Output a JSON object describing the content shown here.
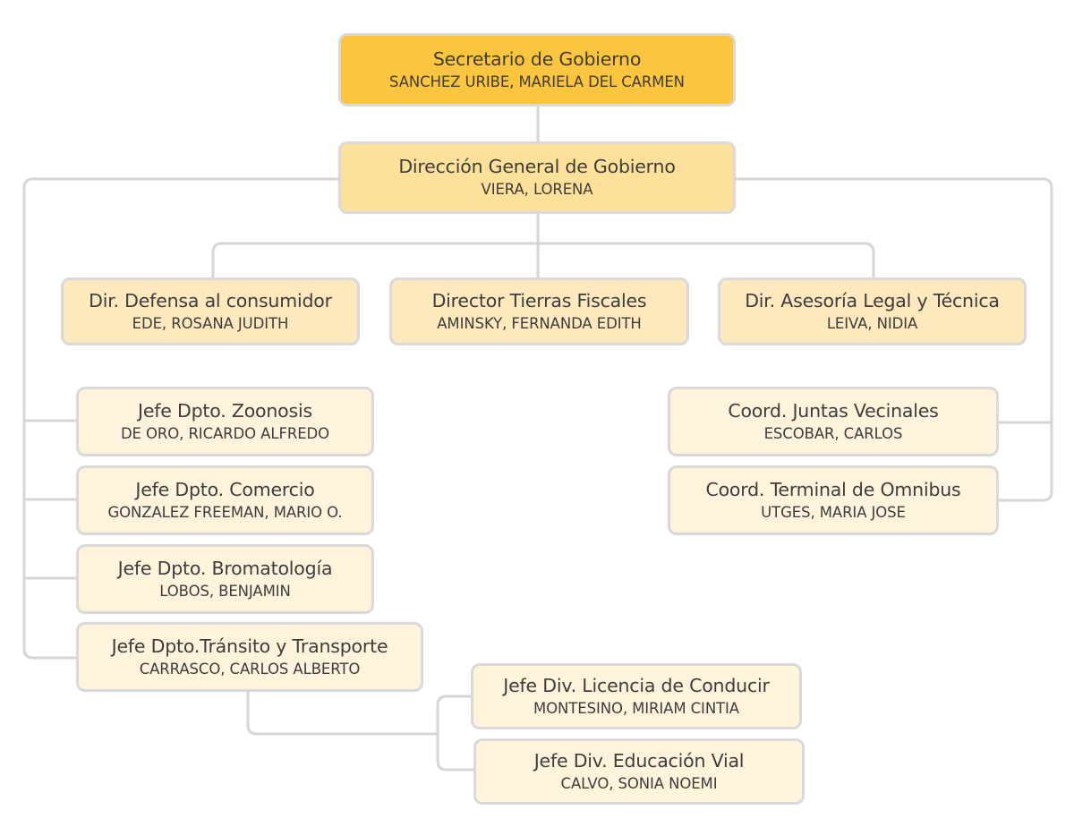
{
  "chart": {
    "root": {
      "title": "Secretario de Gobierno",
      "name": "SANCHEZ URIBE, MARIELA DEL CARMEN"
    },
    "general": {
      "title": "Dirección General de Gobierno",
      "name": "VIERA, LORENA"
    },
    "directors": [
      {
        "title": "Dir. Defensa al consumidor",
        "name": "EDE, ROSANA JUDITH"
      },
      {
        "title": "Director Tierras Fiscales",
        "name": "AMINSKY, FERNANDA EDITH"
      },
      {
        "title": "Dir. Asesoría Legal y Técnica",
        "name": "LEIVA, NIDIA"
      }
    ],
    "departments": [
      {
        "title": "Jefe Dpto. Zoonosis",
        "name": "DE ORO, RICARDO ALFREDO"
      },
      {
        "title": "Jefe Dpto. Comercio",
        "name": "GONZALEZ FREEMAN, MARIO O."
      },
      {
        "title": "Jefe Dpto. Bromatología",
        "name": "LOBOS, BENJAMIN"
      },
      {
        "title": "Jefe Dpto.Tránsito y Transporte",
        "name": "CARRASCO, CARLOS ALBERTO"
      }
    ],
    "coordinators": [
      {
        "title": "Coord. Juntas Vecinales",
        "name": "ESCOBAR, CARLOS"
      },
      {
        "title": "Coord. Terminal de Omnibus",
        "name": "UTGES, MARIA JOSE"
      }
    ],
    "divisions": [
      {
        "title": "Jefe Div. Licencia de Conducir",
        "name": "MONTESINO, MIRIAM CINTIA"
      },
      {
        "title": "Jefe Div. Educación Vial",
        "name": "CALVO, SONIA NOEMI"
      }
    ]
  }
}
